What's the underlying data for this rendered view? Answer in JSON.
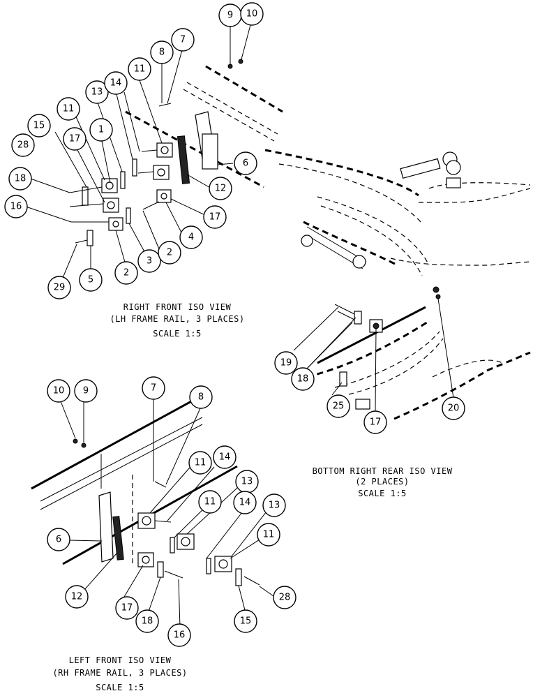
{
  "views": [
    {
      "id": "right_front",
      "caption_lines": [
        "RIGHT FRONT ISO VIEW",
        "(LH FRAME RAIL, 3 PLACES)",
        "SCALE  1:5"
      ],
      "callouts": [
        "9",
        "10",
        "8",
        "7",
        "11",
        "13",
        "14",
        "11",
        "15",
        "1",
        "17",
        "28",
        "18",
        "16",
        "6",
        "12",
        "17",
        "2",
        "4",
        "3",
        "2",
        "5",
        "29"
      ]
    },
    {
      "id": "bottom_right_rear",
      "caption_lines": [
        "BOTTOM RIGHT REAR ISO VIEW",
        "(2 PLACES)",
        "SCALE  1:5"
      ],
      "callouts": [
        "19",
        "18",
        "25",
        "17",
        "20"
      ]
    },
    {
      "id": "left_front",
      "caption_lines": [
        "LEFT FRONT ISO VIEW",
        "(RH FRAME RAIL, 3 PLACES)",
        "SCALE  1:5"
      ],
      "callouts": [
        "10",
        "9",
        "7",
        "8",
        "11",
        "14",
        "11",
        "13",
        "14",
        "13",
        "11",
        "6",
        "12",
        "17",
        "18",
        "16",
        "15",
        "28"
      ]
    }
  ]
}
